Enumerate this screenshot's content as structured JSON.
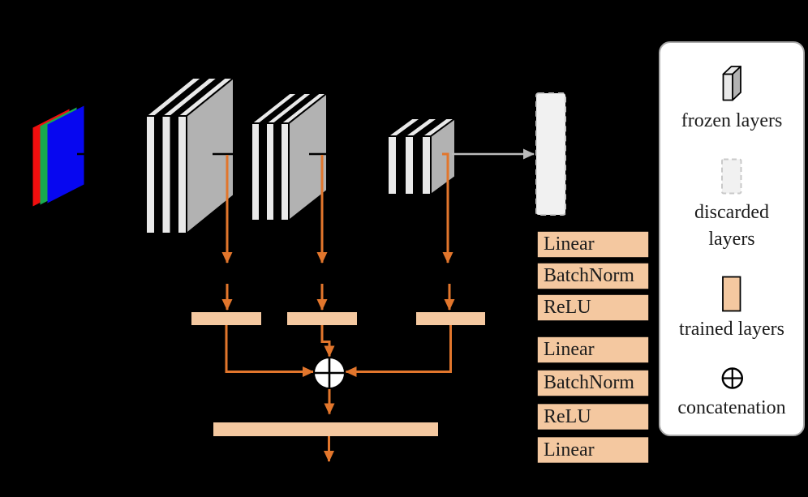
{
  "legend": {
    "items": [
      {
        "id": "frozen",
        "label": "frozen layers"
      },
      {
        "id": "discarded",
        "label": "discarded layers"
      },
      {
        "id": "trained",
        "label": "trained layers"
      },
      {
        "id": "concatenation",
        "label": "concatenation"
      }
    ]
  },
  "mlp_stack": {
    "boxes": [
      {
        "label": "Linear"
      },
      {
        "label": "BatchNorm"
      },
      {
        "label": "ReLU"
      },
      {
        "label": "Linear"
      },
      {
        "label": "BatchNorm"
      },
      {
        "label": "ReLU"
      },
      {
        "label": "Linear"
      }
    ]
  },
  "colors": {
    "background": "#000000",
    "orange_arrow": "#E2762C",
    "trained_peach": "#F4C8A0",
    "frozen_front_gray": "#E9E9E9",
    "frozen_side_gray": "#B2B2B2",
    "discarded_fill": "#F1F1F1",
    "discarded_border": "#C9C9C9",
    "gray_arrow": "#BABABA",
    "input_channel_red": "#F10E0E",
    "input_channel_green": "#18A94F",
    "input_channel_blue": "#0707F0"
  }
}
